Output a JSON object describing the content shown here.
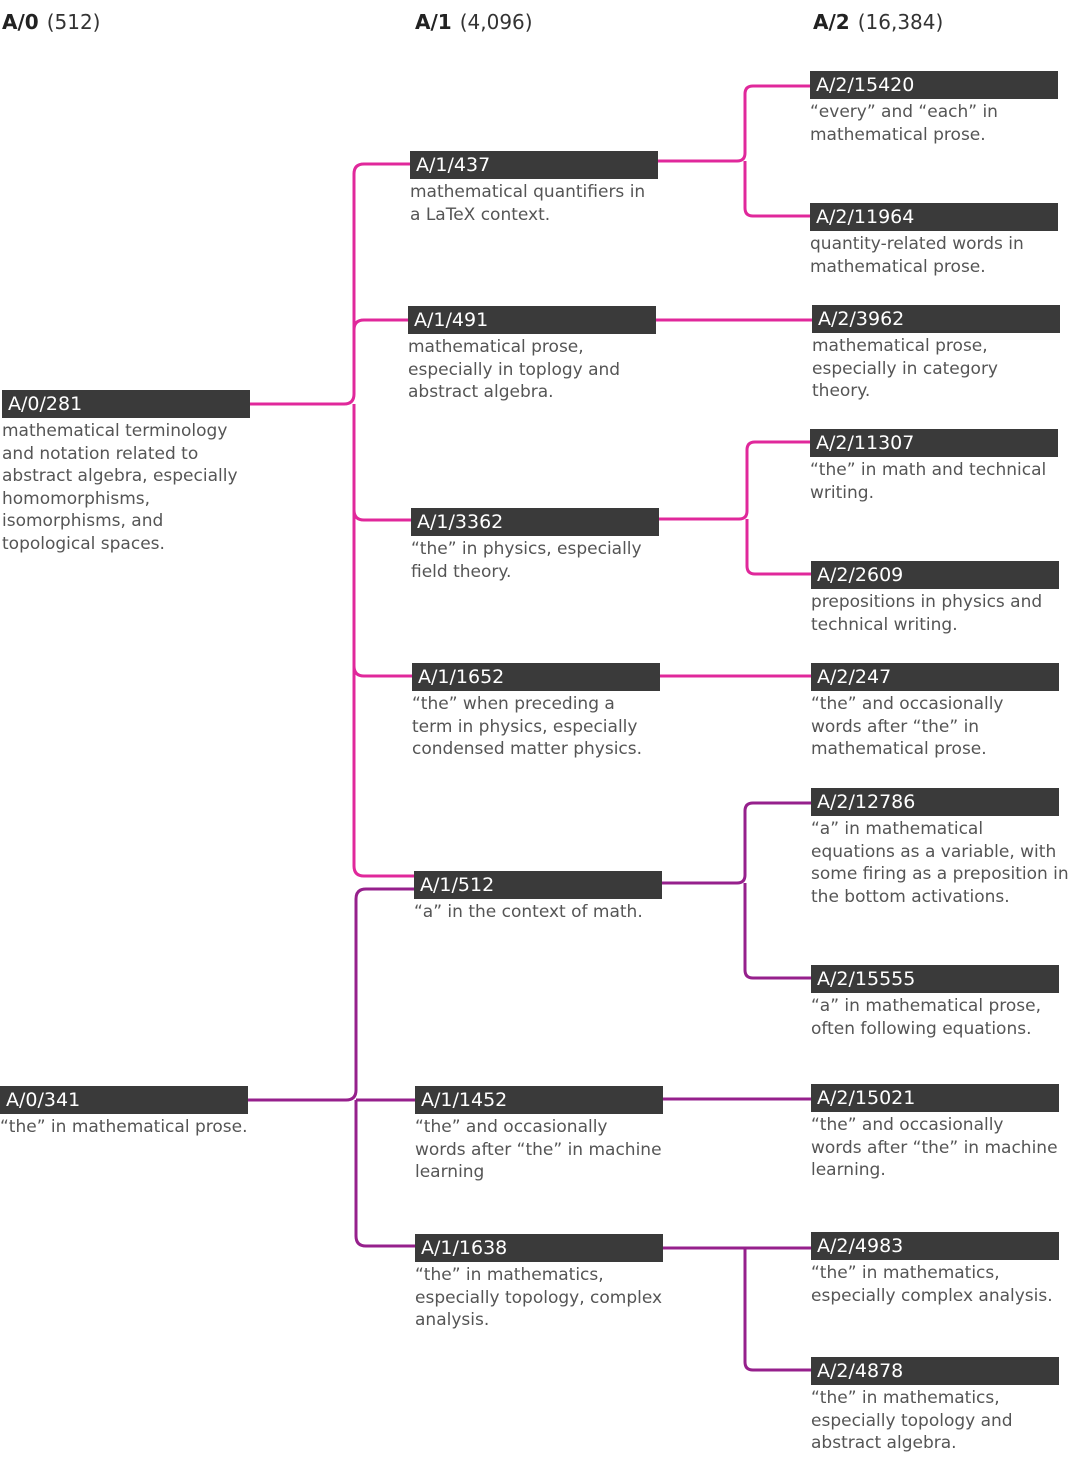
{
  "columns": [
    {
      "label": "A/0",
      "count": "(512)"
    },
    {
      "label": "A/1",
      "count": "(4,096)"
    },
    {
      "label": "A/2",
      "count": "(16,384)"
    }
  ],
  "colors": {
    "pink": "#e0289b",
    "purple": "#96208c",
    "bar": "#3a3a3a",
    "desc": "#555555"
  },
  "nodes": {
    "a0_281": {
      "id": "A/0/281",
      "desc": "mathematical terminology and notation related to abstract algebra, especially homomorphisms, isomorphisms, and topological spaces."
    },
    "a0_341": {
      "id": "A/0/341",
      "desc": "“the” in mathematical prose."
    },
    "a1_437": {
      "id": "A/1/437",
      "desc": "mathematical quantifiers in a LaTeX context."
    },
    "a1_491": {
      "id": "A/1/491",
      "desc": "mathematical prose, especially in toplogy and abstract algebra."
    },
    "a1_3362": {
      "id": "A/1/3362",
      "desc": "“the” in physics, especially field theory."
    },
    "a1_1652": {
      "id": "A/1/1652",
      "desc": "“the” when preceding a term in physics, especially condensed matter physics."
    },
    "a1_512": {
      "id": "A/1/512",
      "desc": "“a” in the context of math."
    },
    "a1_1452": {
      "id": "A/1/1452",
      "desc": "“the” and occasionally words after “the” in machine learning"
    },
    "a1_1638": {
      "id": "A/1/1638",
      "desc": "“the” in mathematics, especially topology, complex analysis."
    },
    "a2_15420": {
      "id": "A/2/15420",
      "desc": "“every” and “each” in mathematical prose."
    },
    "a2_11964": {
      "id": "A/2/11964",
      "desc": "quantity-related words in mathematical prose."
    },
    "a2_3962": {
      "id": "A/2/3962",
      "desc": "mathematical prose, especially in category theory."
    },
    "a2_11307": {
      "id": "A/2/11307",
      "desc": "“the” in math and technical writing."
    },
    "a2_2609": {
      "id": "A/2/2609",
      "desc": "prepositions in physics and technical writing."
    },
    "a2_247": {
      "id": "A/2/247",
      "desc": "“the” and occasionally words after “the” in mathematical prose."
    },
    "a2_12786": {
      "id": "A/2/12786",
      "desc": "“a” in mathematical equations as a variable, with some firing as a preposition in the bottom activations."
    },
    "a2_15555": {
      "id": "A/2/15555",
      "desc": "“a” in mathematical prose, often following equations."
    },
    "a2_15021": {
      "id": "A/2/15021",
      "desc": "“the” and occasionally words after “the” in machine learning."
    },
    "a2_4983": {
      "id": "A/2/4983",
      "desc": "“the” in mathematics, especially complex analysis."
    },
    "a2_4878": {
      "id": "A/2/4878",
      "desc": "“the” in mathematics, especially topology and abstract algebra."
    }
  }
}
